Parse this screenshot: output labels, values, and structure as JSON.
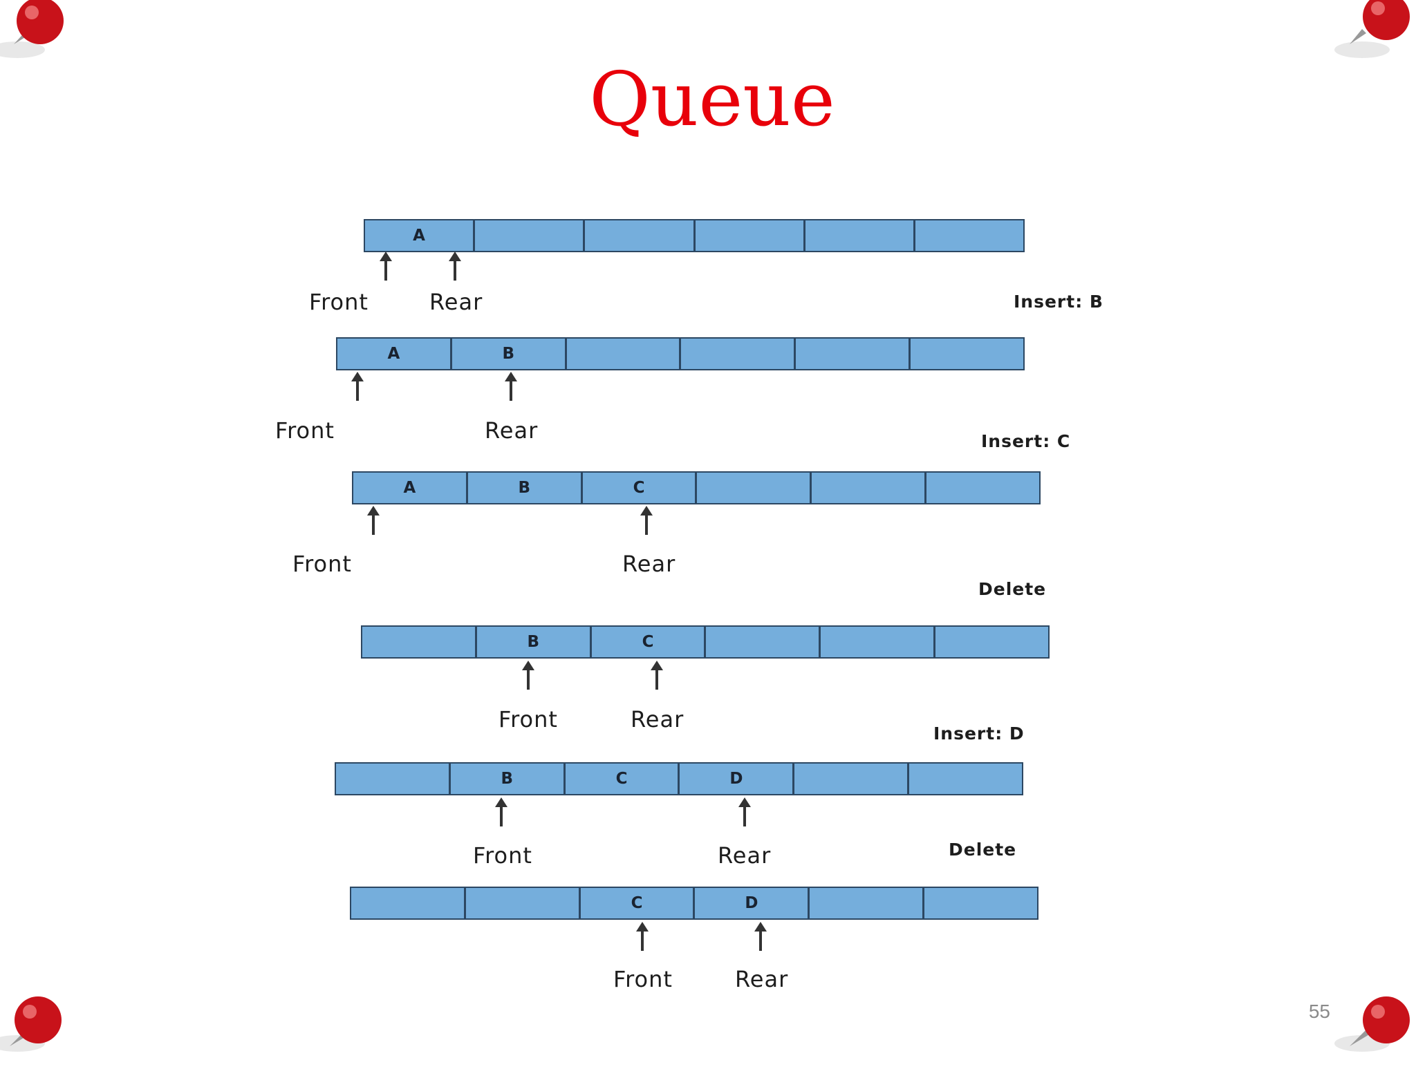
{
  "slide": {
    "title": "Queue",
    "page_number": "55"
  },
  "colors": {
    "cell_fill": "#75aedc",
    "cell_border": "#2c4762",
    "title": "#e8000a"
  },
  "icons": {
    "pin": "red-pushpin-icon",
    "pointer": "up-arrow-icon"
  },
  "states": [
    {
      "operation": "",
      "cells": [
        "A",
        "",
        "",
        "",
        "",
        ""
      ],
      "front_label": "Front",
      "rear_label": "Rear"
    },
    {
      "operation": "Insert: B",
      "cells": [
        "A",
        "B",
        "",
        "",
        "",
        ""
      ],
      "front_label": "Front",
      "rear_label": "Rear"
    },
    {
      "operation": "Insert: C",
      "cells": [
        "A",
        "B",
        "C",
        "",
        "",
        ""
      ],
      "front_label": "Front",
      "rear_label": "Rear"
    },
    {
      "operation": "Delete",
      "cells": [
        "",
        "B",
        "C",
        "",
        "",
        ""
      ],
      "front_label": "Front",
      "rear_label": "Rear"
    },
    {
      "operation": "Insert: D",
      "cells": [
        "",
        "B",
        "C",
        "D",
        "",
        ""
      ],
      "front_label": "Front",
      "rear_label": "Rear"
    },
    {
      "operation": "Delete",
      "cells": [
        "",
        "",
        "C",
        "D",
        "",
        ""
      ],
      "front_label": "Front",
      "rear_label": "Rear"
    }
  ]
}
